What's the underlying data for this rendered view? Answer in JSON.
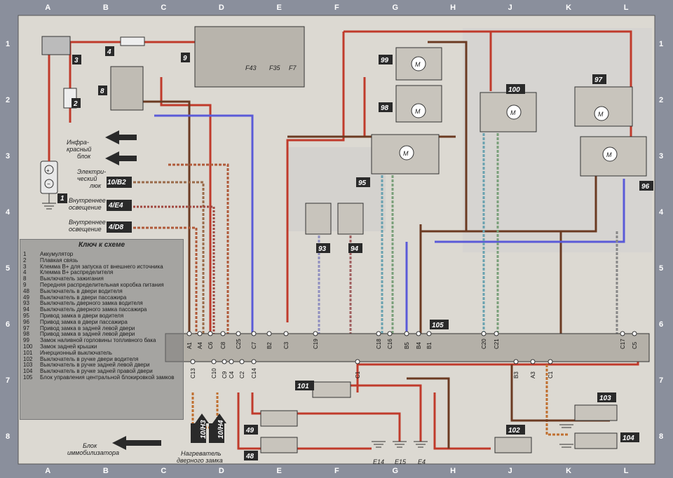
{
  "border": {
    "columns": [
      "A",
      "B",
      "C",
      "D",
      "E",
      "F",
      "G",
      "H",
      "J",
      "K",
      "L"
    ],
    "rows": [
      "1",
      "2",
      "3",
      "4",
      "5",
      "6",
      "7",
      "8"
    ]
  },
  "legend": {
    "title": "Ключ к схеме",
    "items": [
      {
        "num": "1",
        "text": "Аккумулятор"
      },
      {
        "num": "2",
        "text": "Плавкая связь"
      },
      {
        "num": "3",
        "text": "Клемма В+ для запуска от внешнего источника"
      },
      {
        "num": "4",
        "text": "Клемма В+ распределителя"
      },
      {
        "num": "8",
        "text": "Выключатель зажигания"
      },
      {
        "num": "9",
        "text": "Передняя распределительная коробка питания"
      },
      {
        "num": "48",
        "text": "Выключатель в двери водителя"
      },
      {
        "num": "49",
        "text": "Выключатель в двери пассажира"
      },
      {
        "num": "93",
        "text": "Выключатель дверного замка водителя"
      },
      {
        "num": "94",
        "text": "Выключатель дверного замка пассажира"
      },
      {
        "num": "95",
        "text": "Привод замка в двери водителя"
      },
      {
        "num": "96",
        "text": "Привод замка в двери пассажира"
      },
      {
        "num": "97",
        "text": "Привод замка в задней левой двери"
      },
      {
        "num": "98",
        "text": "Привод замка в задней левой двери"
      },
      {
        "num": "99",
        "text": "Замок наливной горловины топливного бака"
      },
      {
        "num": "100",
        "text": "Замок задней крышки"
      },
      {
        "num": "101",
        "text": "Инерционный выключатель"
      },
      {
        "num": "102",
        "text": "Выключатель в ручке двери водителя"
      },
      {
        "num": "103",
        "text": "Выключатель в ручке задней левой двери"
      },
      {
        "num": "104",
        "text": "Выключатель в ручке задней правой двери"
      },
      {
        "num": "105",
        "text": "Блок управления центральной блокировкой замков"
      }
    ]
  },
  "component_tags": [
    "1",
    "2",
    "3",
    "4",
    "8",
    "9",
    "48",
    "49",
    "93",
    "94",
    "95",
    "96",
    "97",
    "98",
    "99",
    "100",
    "101",
    "102",
    "103",
    "104",
    "105"
  ],
  "fuses": [
    "F43",
    "F35",
    "F7"
  ],
  "motor_symbol": "M",
  "left_labels": {
    "infrared": [
      "Инфра-",
      "красный",
      "блок"
    ],
    "sunroof": [
      "Электри-",
      "ческий",
      "люк"
    ],
    "interior1": [
      "Внутреннее",
      "освещение"
    ],
    "interior2": [
      "Внутреннее",
      "освещение"
    ],
    "immobilizer": [
      "Блок",
      "иммобилизатора"
    ],
    "door_heater": [
      "Нагреватель",
      "дверного замка"
    ]
  },
  "refs": {
    "r1": "10/B2",
    "r2": "4/E4",
    "r3": "4/D8",
    "r4": "10/H3",
    "r5": "10/H4"
  },
  "grounds": [
    "E14",
    "E15",
    "E4"
  ],
  "connector_pins": {
    "top_row": [
      "A1",
      "A4",
      "C6",
      "C8",
      "C25",
      "C7",
      "B2",
      "C3",
      "C19",
      "C18",
      "C16",
      "B5",
      "B4",
      "B1",
      "C20",
      "C21",
      "C17",
      "C5"
    ],
    "bottom_row": [
      "C13",
      "C10",
      "C9",
      "C4",
      "C2",
      "C14",
      "C1",
      "B3",
      "A3",
      "C1"
    ]
  },
  "colors": {
    "red": "#c03a2b",
    "brown": "#6b3a22",
    "purple": "#5a5ad8",
    "tag_bg": "#2a2a2a",
    "frame": "#7a7f8c"
  }
}
